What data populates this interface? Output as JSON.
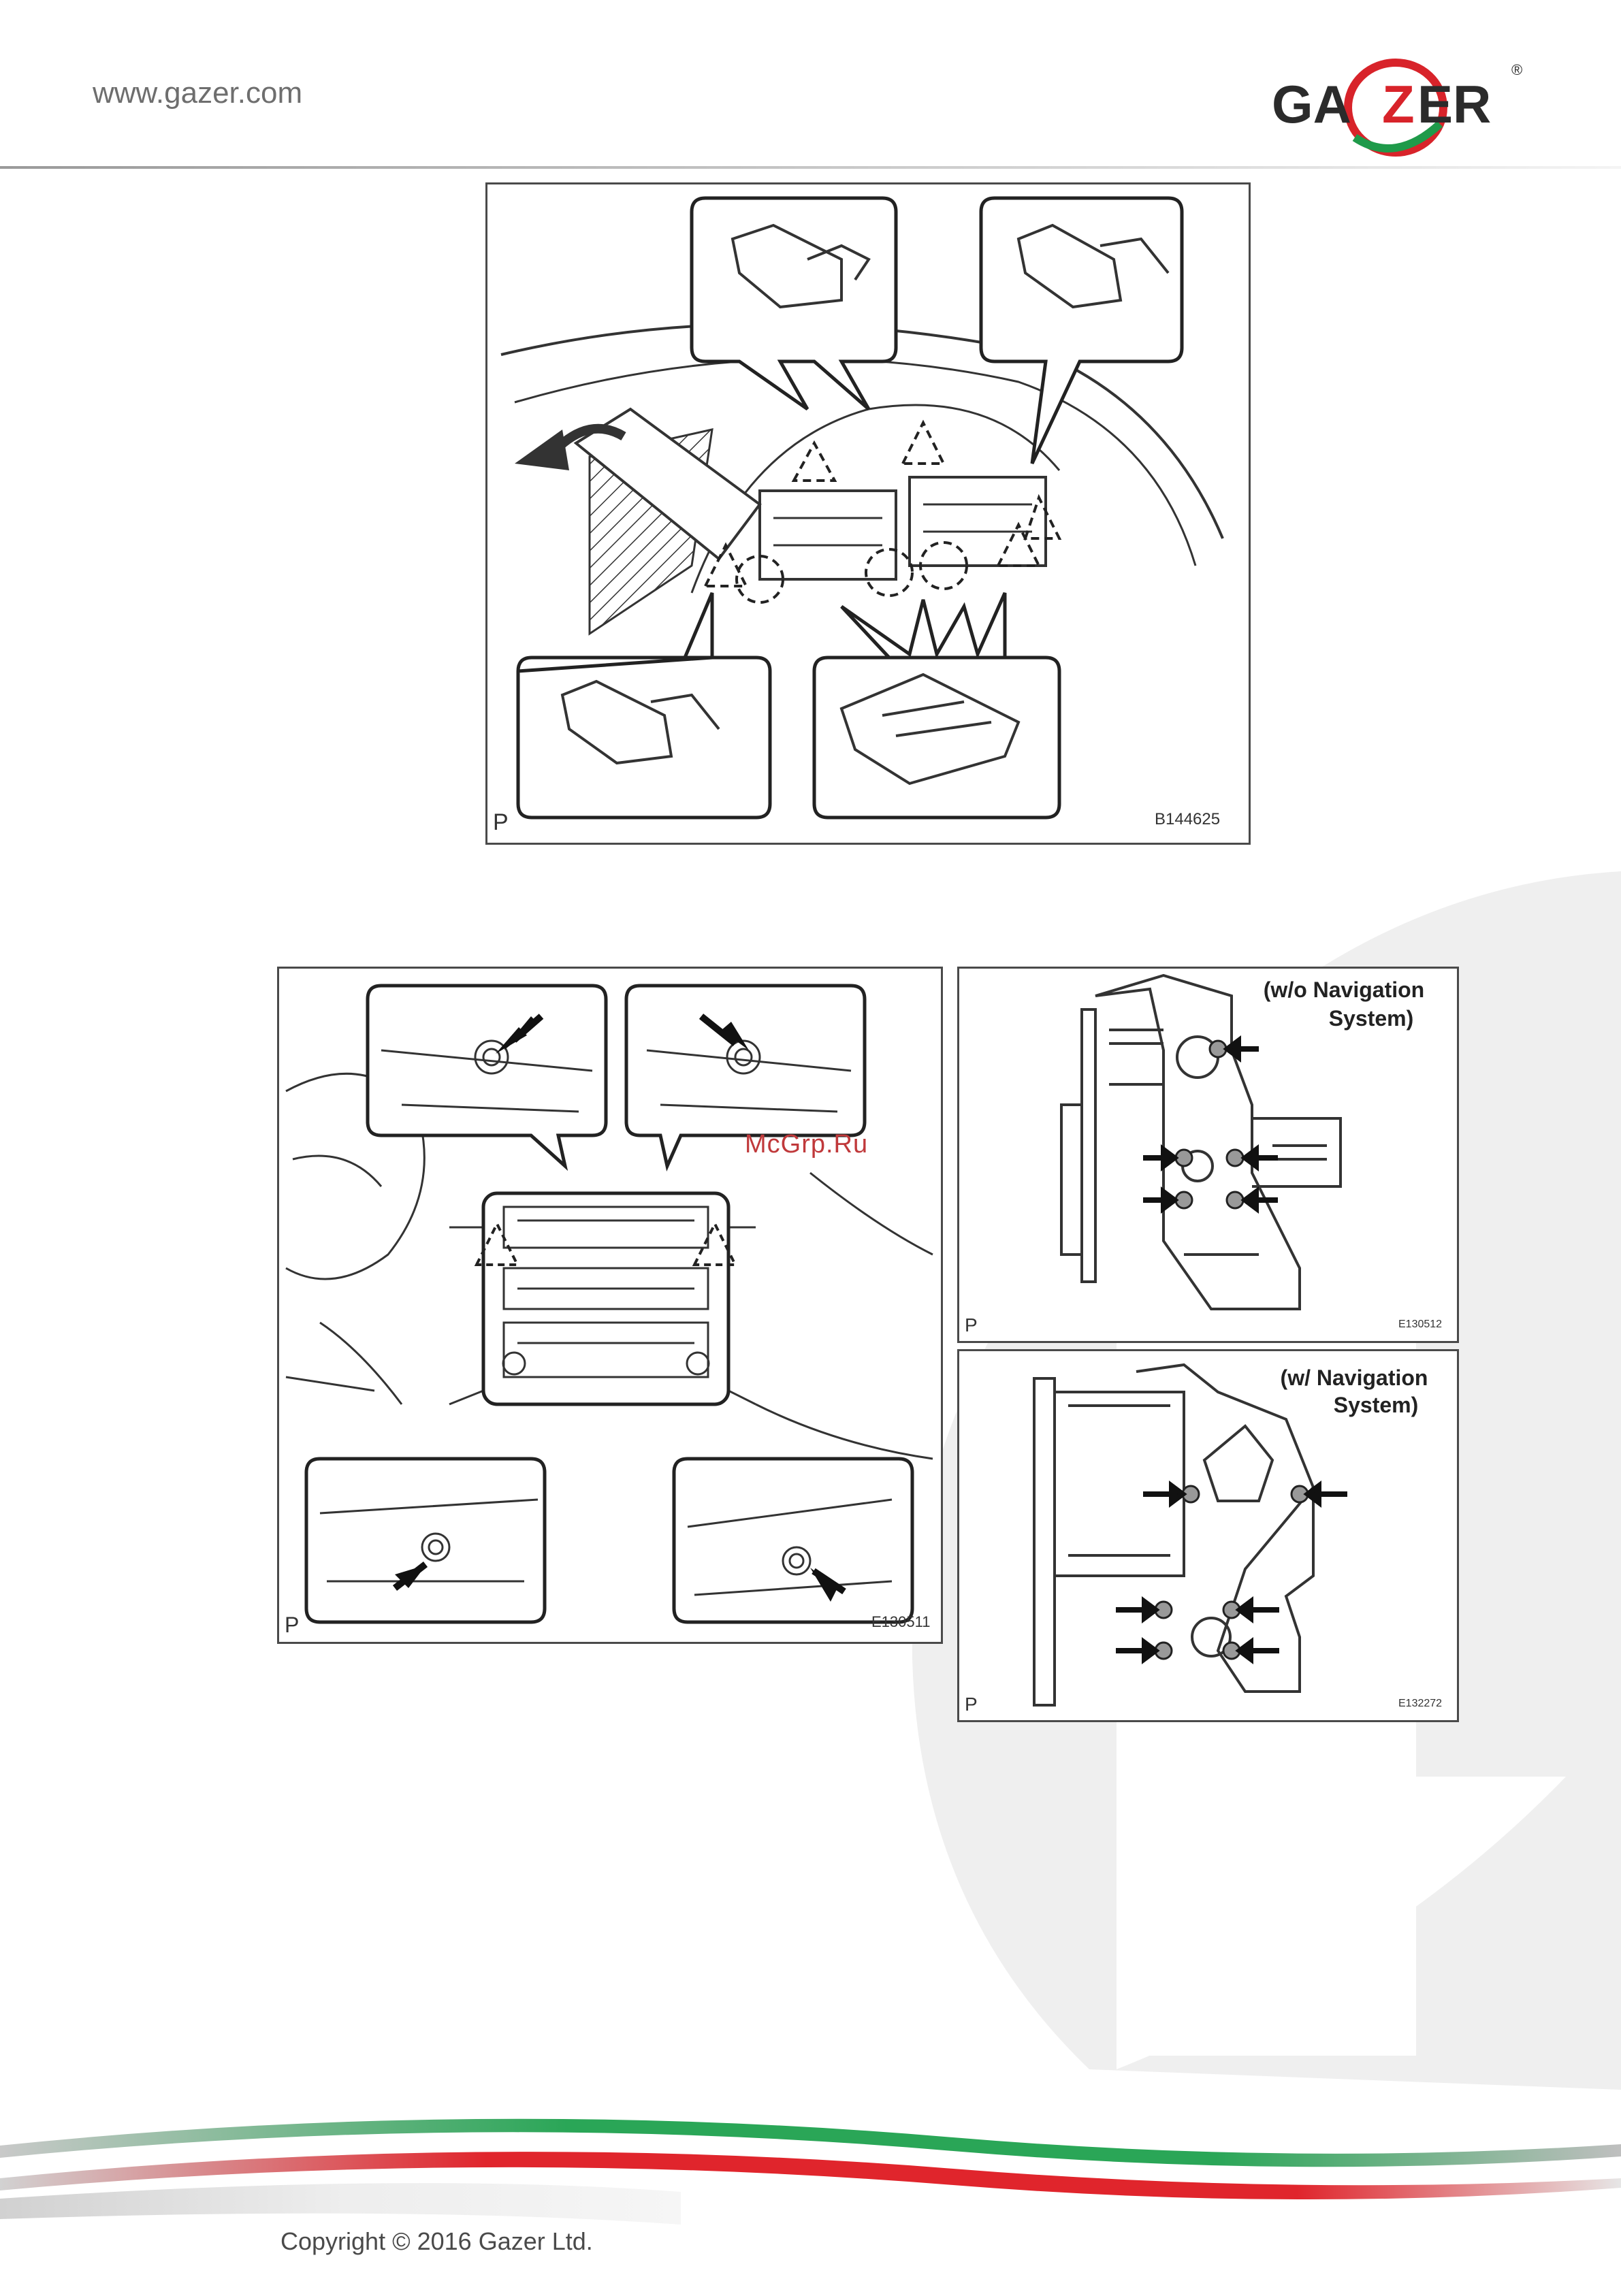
{
  "header": {
    "site_url": "www.gazer.com",
    "logo_text": "GAZER",
    "logo_registered": "®"
  },
  "figures": [
    {
      "id": "fig1",
      "corner_label": "P",
      "code": "B144625"
    },
    {
      "id": "fig2",
      "corner_label": "P",
      "code": "E130511"
    },
    {
      "id": "fig3",
      "corner_label": "P",
      "code": "E130512",
      "caption_line1": "(w/o Navigation",
      "caption_line2": "System)"
    },
    {
      "id": "fig4",
      "corner_label": "P",
      "code": "E132272",
      "caption_line1": "(w/ Navigation",
      "caption_line2": "System)"
    }
  ],
  "watermark_text": "McGrp.Ru",
  "footer": {
    "copyright": "Copyright © 2016 Gazer Ltd."
  },
  "colors": {
    "brand_green": "#1f9a4a",
    "brand_red": "#d8232a",
    "text_grey": "#6e6e6e"
  }
}
